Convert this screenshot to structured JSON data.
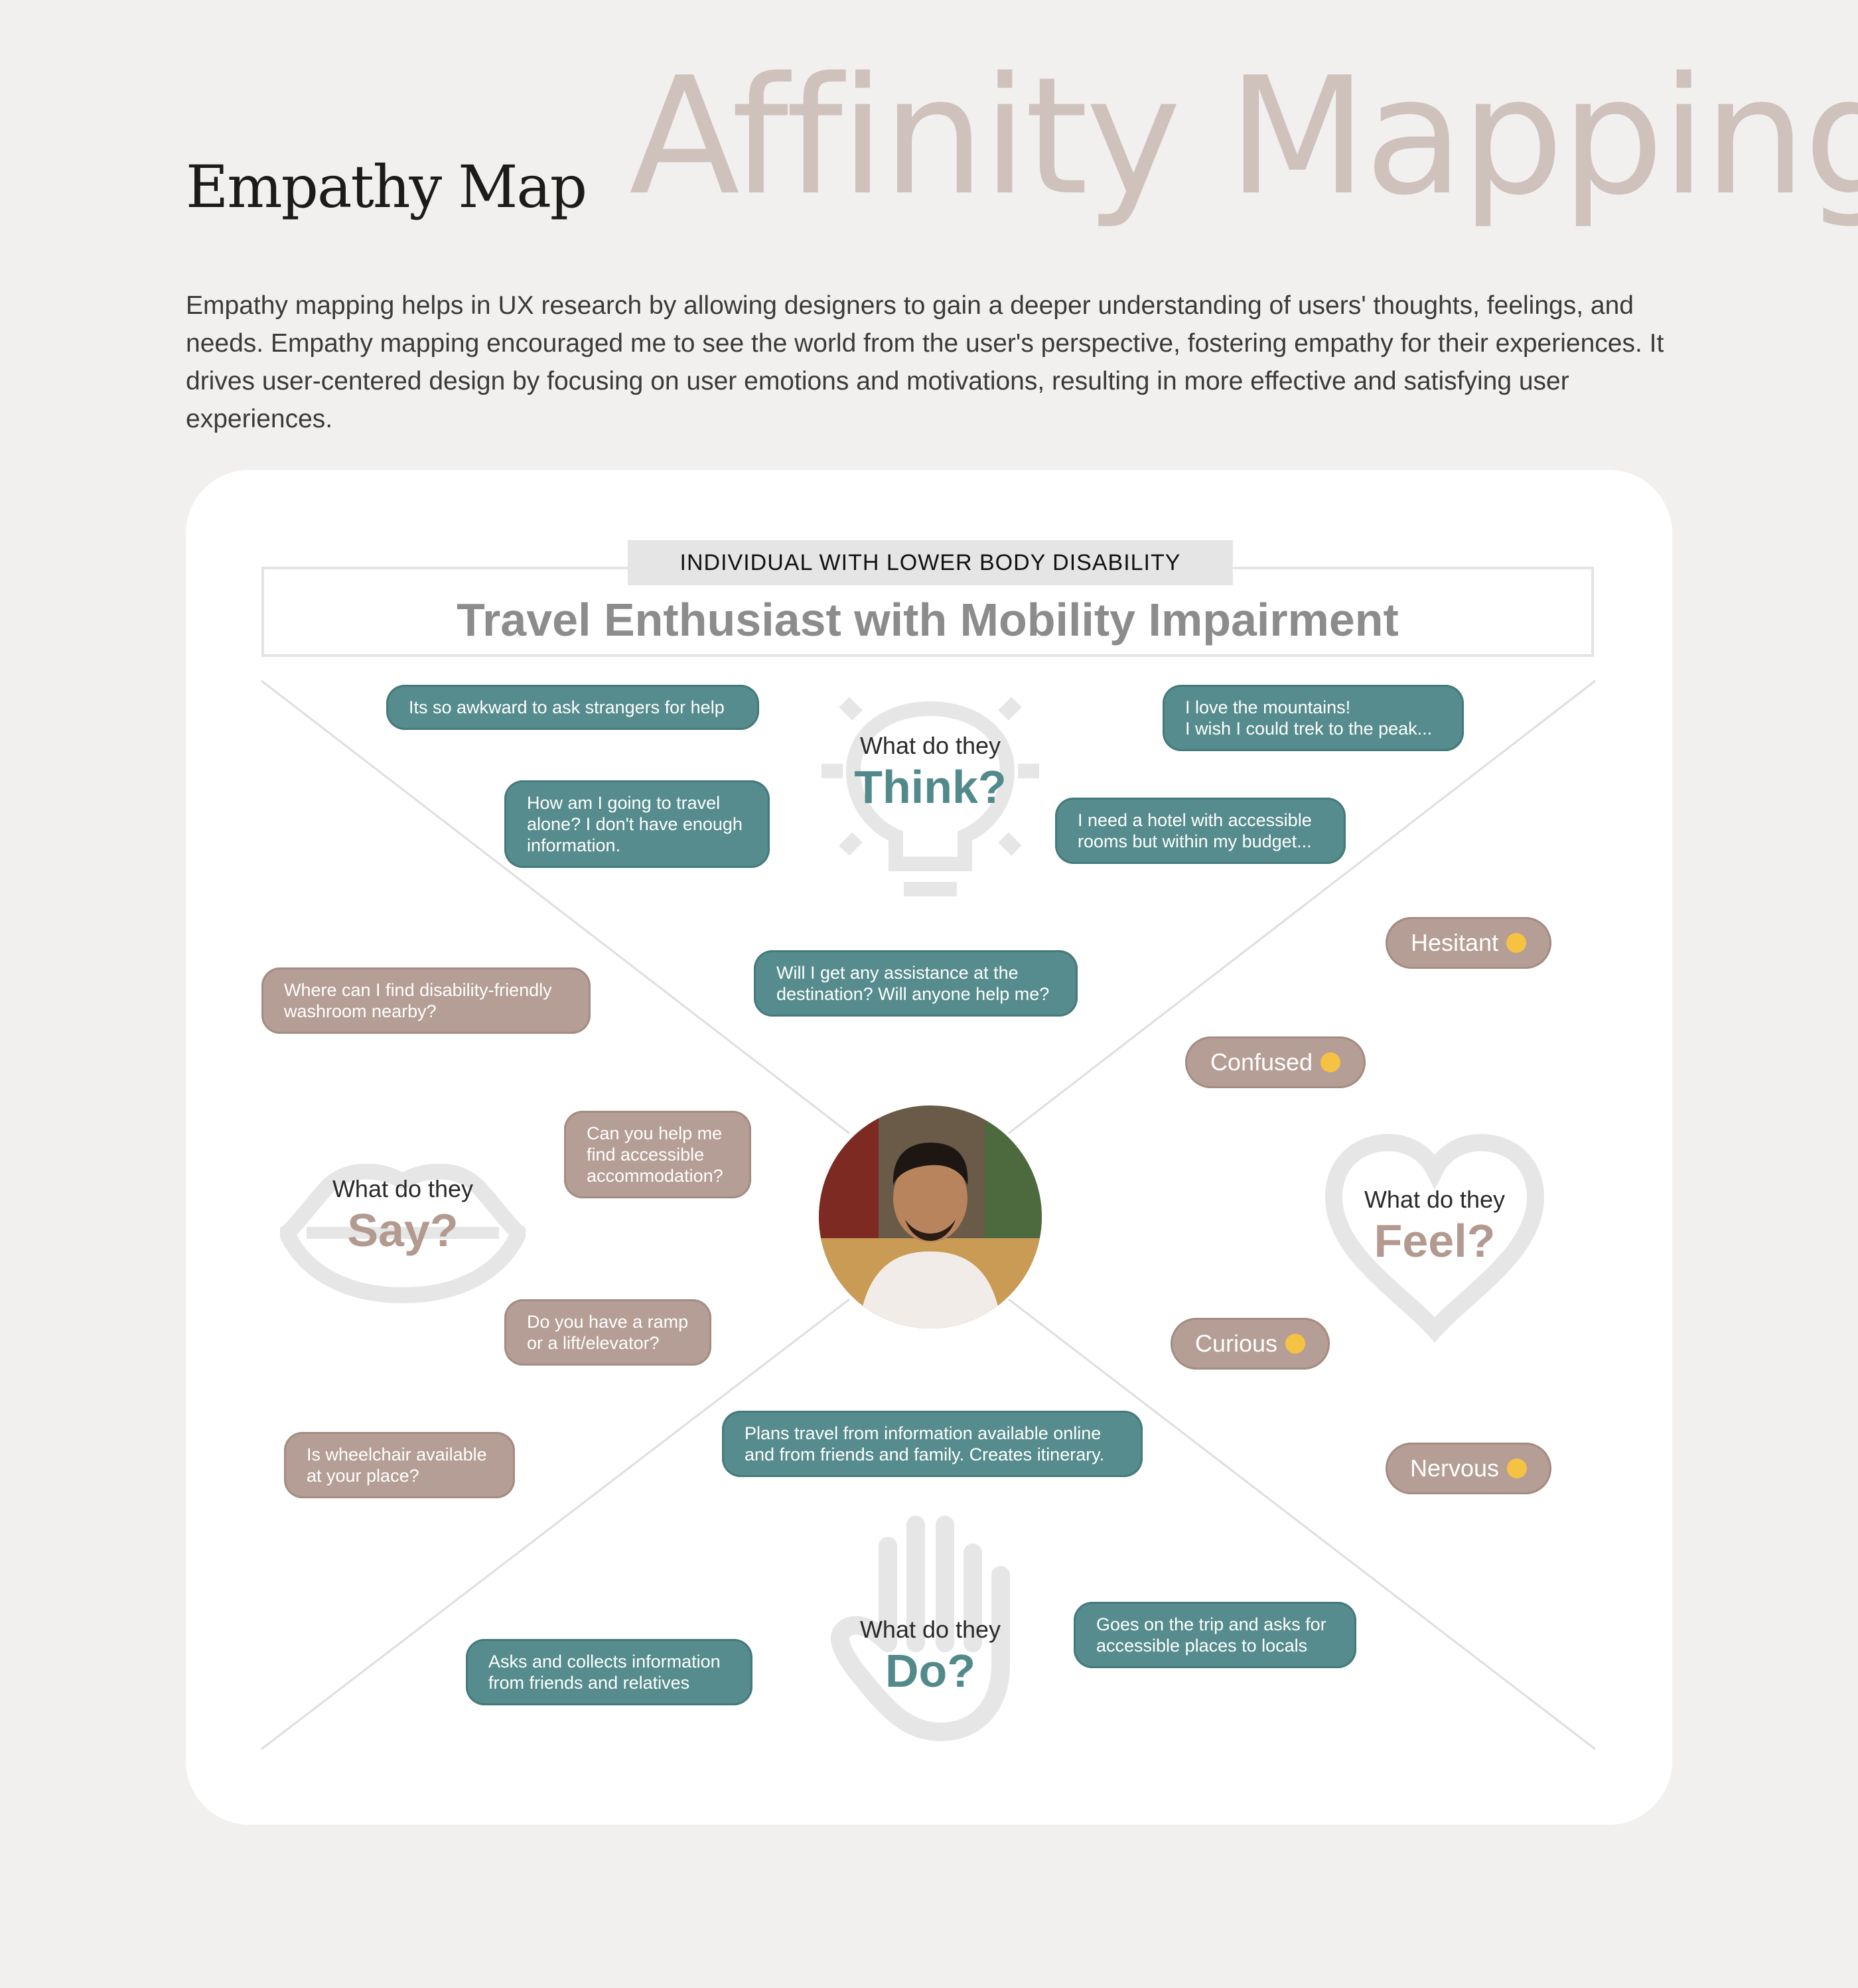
{
  "header": {
    "background_title": "Affinity Mapping",
    "title": "Empathy Map",
    "intro": "Empathy mapping helps in UX research by allowing designers to gain a deeper understanding of users' thoughts, feelings, and needs. Empathy mapping encouraged me to see the world from the user's perspective, fostering empathy for their experiences. It drives user-centered design by focusing on user emotions and motivations, resulting in more effective and satisfying user experiences."
  },
  "persona": {
    "tag": "INDIVIDUAL WITH LOWER BODY DISABILITY",
    "name": "Travel Enthusiast with Mobility Impairment"
  },
  "quadrants": {
    "think": {
      "prefix": "What do they",
      "label": "Think?",
      "icon": "lightbulb-icon"
    },
    "say": {
      "prefix": "What do they",
      "label": "Say?",
      "icon": "lips-icon"
    },
    "feel": {
      "prefix": "What do they",
      "label": "Feel?",
      "icon": "heart-icon"
    },
    "do": {
      "prefix": "What do they",
      "label": "Do?",
      "icon": "hand-icon"
    }
  },
  "notes": {
    "think": [
      "Its so awkward to ask strangers for help",
      "I love the mountains!\nI wish I could trek to the peak...",
      "How am I going to travel alone? I don't have enough information.",
      "I need a hotel with accessible rooms but within my budget...",
      "Will I get any assistance at the destination? Will anyone help me?"
    ],
    "say": [
      "Where can I find disability-friendly washroom nearby?",
      "Can you help me find accessible accommodation?",
      "Do you have a ramp or a lift/elevator?",
      "Is wheelchair available at your place?"
    ],
    "feel": [
      {
        "label": "Hesitant",
        "emoji": "flushed-face"
      },
      {
        "label": "Confused",
        "emoji": "confused-face"
      },
      {
        "label": "Curious",
        "emoji": "raised-eyebrow-face"
      },
      {
        "label": "Nervous",
        "emoji": "anxious-face"
      }
    ],
    "do": [
      "Plans travel from information available online and from friends and family. Creates itinerary.",
      "Goes on the trip and asks for accessible places to locals",
      "Asks and collects information from friends and relatives"
    ]
  },
  "colors": {
    "background": "#f1f0ee",
    "card": "#ffffff",
    "teal": "#568c8d",
    "taupe": "#b59e95",
    "watermark": "#cfc2bc",
    "icon_gray": "#e6e6e6"
  }
}
